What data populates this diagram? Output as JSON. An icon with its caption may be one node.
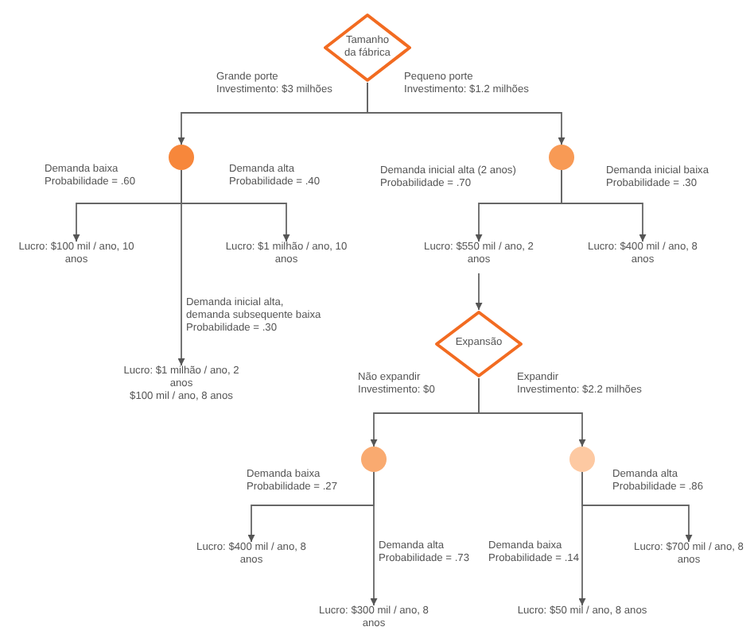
{
  "diagram": {
    "nodes": [
      {
        "text": [
          "Tamanho da fábrica"
        ]
      },
      {
        "text": [],
        "shape": "circle"
      },
      {
        "text": [],
        "shape": "circle"
      },
      {
        "text": [
          "Lucro: $100 mil / ano, 10 anos"
        ]
      },
      {
        "text": [
          "Lucro: $1 milhão / ano, 10 anos"
        ]
      },
      {
        "text": [
          "Lucro: $1 milhão / ano, 2 anos",
          "$100 mil / ano, 8 anos"
        ]
      },
      {
        "text": [
          "Lucro: $550 mil / ano, 2 anos"
        ]
      },
      {
        "text": [
          "Lucro: $400 mil / ano, 8 anos"
        ]
      },
      {
        "text": [
          "Expansão"
        ]
      },
      {
        "text": [],
        "shape": "circle"
      },
      {
        "text": [],
        "shape": "circle"
      },
      {
        "text": [
          "Lucro: $400 mil / ano, 8 anos"
        ]
      },
      {
        "text": [
          "Lucro: $300 mil / ano, 8 anos"
        ]
      },
      {
        "text": [
          "Lucro: $50 mil / ano, 8 anos"
        ]
      },
      {
        "text": [
          "Lucro: $700 mil / ano, 8 anos"
        ]
      }
    ],
    "edges": [
      {
        "from": 0,
        "to": 1,
        "arrow": "to",
        "label": "Grande porte Investimento: $3 milhões"
      },
      {
        "from": 0,
        "to": 2,
        "arrow": "to",
        "label": "Pequeno porte Investimento: $1.2 milhões"
      },
      {
        "from": 1,
        "to": 3,
        "arrow": "to",
        "label": "Demanda baixa Probabilidade = .60"
      },
      {
        "from": 1,
        "to": 4,
        "arrow": "to",
        "label": "Demanda alta Probabilidade = .40"
      },
      {
        "from": 1,
        "to": 5,
        "arrow": "to",
        "label": "Demanda inicial alta, demanda subsequente baixa Probabilidade = .30"
      },
      {
        "from": 2,
        "to": 6,
        "arrow": "to",
        "label": "Demanda inicial alta (2 anos) Probabilidade = .70"
      },
      {
        "from": 2,
        "to": 7,
        "arrow": "to",
        "label": "Demanda inicial baixa Probabilidade = .30"
      },
      {
        "from": 6,
        "to": 8,
        "arrow": "to"
      },
      {
        "from": 8,
        "to": 9,
        "arrow": "to",
        "label": "Não expandir Investimento: $0"
      },
      {
        "from": 8,
        "to": 10,
        "arrow": "to",
        "label": "Expandir Investimento: $2.2 milhões"
      },
      {
        "from": 9,
        "to": 11,
        "arrow": "to",
        "label": "Demanda baixa Probabilidade = .27"
      },
      {
        "from": 9,
        "to": 12,
        "arrow": "to",
        "label": "Demanda alta Probabilidade = .73"
      },
      {
        "from": 10,
        "to": 13,
        "arrow": "to",
        "label": "Demanda baixa Probabilidade = .14"
      },
      {
        "from": 10,
        "to": 14,
        "arrow": "to",
        "label": "Demanda alta Probabilidade = .86"
      }
    ]
  }
}
